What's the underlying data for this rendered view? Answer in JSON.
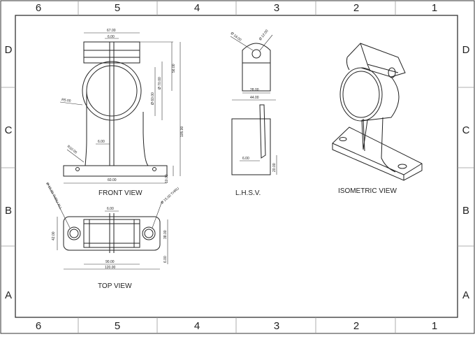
{
  "sheet": {
    "zones_top": [
      "6",
      "5",
      "4",
      "3",
      "2",
      "1"
    ],
    "zones_bottom": [
      "6",
      "5",
      "4",
      "3",
      "2",
      "1"
    ],
    "zones_left": [
      "D",
      "C",
      "B",
      "A"
    ],
    "zones_right": [
      "D",
      "C",
      "B",
      "A"
    ]
  },
  "views": {
    "front": "FRONT VIEW",
    "side": "L.H.S.V.",
    "isometric": "ISOMETRIC VIEW",
    "top": "TOP VIEW"
  },
  "dimensions": {
    "front": {
      "width_top": "67.00",
      "slot_top": "6.00",
      "bore_outer": "Ø 70.00",
      "bore_inner": "Ø 60.00",
      "height_top": "56.00",
      "radius": "R5.00",
      "rib": "6.00",
      "fillet": "R10.00",
      "base_width": "60.00",
      "overall_height": "105.00",
      "base_thickness": "10.00"
    },
    "side": {
      "hole_small": "Ø 16.00",
      "hole_large": "Ø 12.00",
      "width_a": "28.00",
      "width_b": "44.00",
      "rib": "6.00",
      "base": "20.00"
    },
    "top": {
      "slot": "6.00",
      "hole_left": "Ø 15.00 THRU ALL",
      "hole_right": "Ø 15.00 THRU",
      "depth": "42.00",
      "inner_depth": "38.00",
      "inner_width": "90.00",
      "overall_width": "120.00",
      "rib_t": "6.00"
    }
  }
}
